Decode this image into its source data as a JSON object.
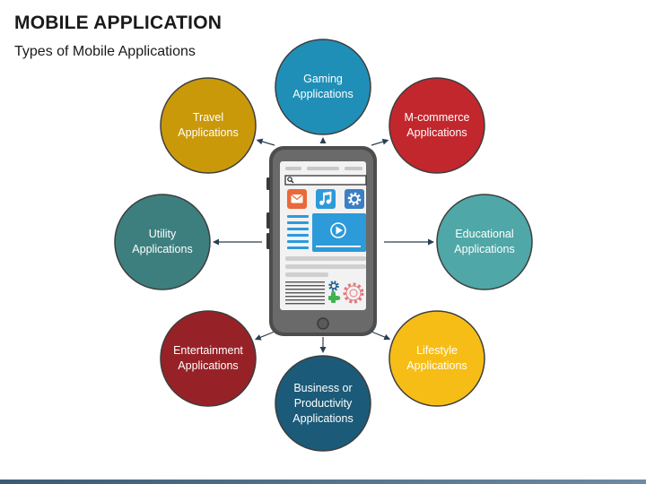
{
  "title": "MOBILE APPLICATION",
  "subtitle": "Types of Mobile Applications",
  "nodes": [
    {
      "label": "Gaming\nApplications",
      "color": "#1f8fb7"
    },
    {
      "label": "M-commerce\nApplications",
      "color": "#c2272d"
    },
    {
      "label": "Educational\nApplications",
      "color": "#4fa7a7"
    },
    {
      "label": "Lifestyle\nApplications",
      "color": "#f6bd16"
    },
    {
      "label": "Business or\nProductivity\nApplications",
      "color": "#1b5a78"
    },
    {
      "label": "Entertainment\nApplications",
      "color": "#962227"
    },
    {
      "label": "Utility\nApplications",
      "color": "#3d7f7f"
    },
    {
      "label": "Travel\nApplications",
      "color": "#c9990a"
    }
  ],
  "phone": {
    "icons": [
      "mail-icon",
      "music-icon",
      "gear-icon",
      "play-icon",
      "search-icon",
      "puzzle-icon"
    ],
    "icon_colors": {
      "mail": "#e8693a",
      "music": "#2d9ad9",
      "gear": "#3b7fc4",
      "video": "#2d9ad9",
      "puzzle": "#3fb34f"
    }
  }
}
